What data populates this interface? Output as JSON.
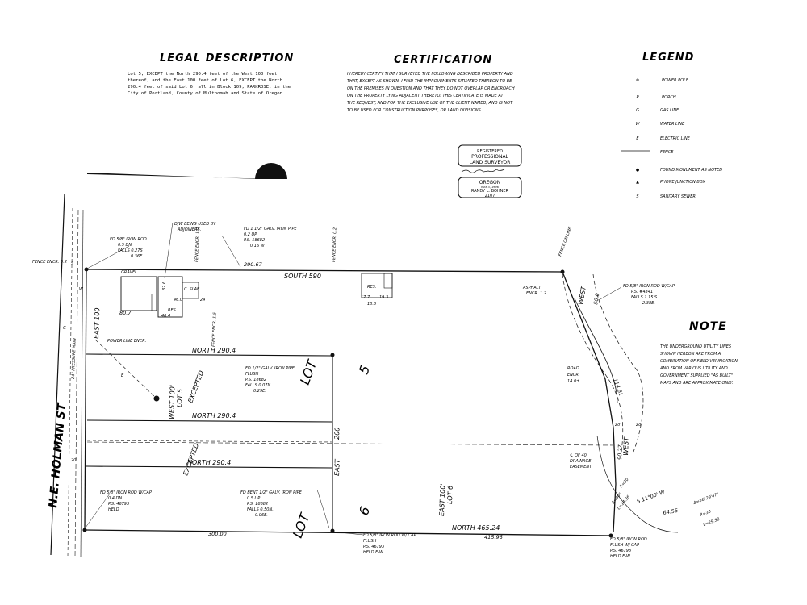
{
  "headers": {
    "legal": "LEGAL DESCRIPTION",
    "certification": "CERTIFICATION",
    "legend": "LEGEND",
    "note": "NOTE"
  },
  "legal_lines": [
    "Lot 5, EXCEPT the North 290.4 feet of the West 100 feet",
    "thereof, and the East 100 feet of Lot 6, EXCEPT the North",
    "290.4 feet of said Lot 6, all in Block 109, PARKROSE, in the",
    "City of Portland, County of Multnomah and State of Oregon."
  ],
  "cert_lines": [
    "I HEREBY CERTIFY THAT I SURVEYED THE FOLLOWING DESCRIBED PROPERTY AND",
    "THAT, EXCEPT AS SHOWN, I FIND THE IMPROVEMENTS SITUATED THEREON TO BE",
    "ON THE PREMISES IN QUESTION AND THAT THEY DO NOT OVERLAP OR ENCROACH",
    "ON THE PROPERTY LYING ADJACENT THERETO. THIS CERTIFICATE IS MADE AT",
    "THE REQUEST, AND FOR THE EXCLUSIVE USE OF THE CLIENT NAMED, AND IS NOT",
    "TO BE USED FOR CONSTRUCTION PURPOSES, OR LAND DIVISIONS."
  ],
  "stamp": {
    "registered": "REGISTERED",
    "professional": "PROFESSIONAL",
    "land_surveyor": "LAND SURVEYOR",
    "state": "OREGON",
    "date": "MAY 3, 1996",
    "name": "RANDY L. BOHNER",
    "number": "2107"
  },
  "legend": [
    {
      "sym": "⊗",
      "label": "POWER POLE"
    },
    {
      "sym": "P",
      "label": "PORCH"
    },
    {
      "sym": "G",
      "label": "GAS LINE"
    },
    {
      "sym": "W",
      "label": "WATER LINE"
    },
    {
      "sym": "E",
      "label": "ELECTRIC LINE"
    },
    {
      "sym": "—x—",
      "label": "FENCE"
    },
    {
      "sym": "●",
      "label": "FOUND MONUMENT AS NOTED"
    },
    {
      "sym": "▲",
      "label": "PHONE JUNCTION BOX"
    },
    {
      "sym": "S",
      "label": "SANITARY SEWER"
    }
  ],
  "note_lines": [
    "THE UNDERGROUND UTILITY LINES",
    "SHOWN HEREON ARE FROM A",
    "COMBINATION OF FIELD VERIFICATION",
    "AND FROM VARIOUS UTILITY AND",
    "GOVERNMENT SUPPLIED \"AS BUILT\"",
    "MAPS AND ARE APPROXIMATE ONLY."
  ],
  "street": "N.E. HOLMAN ST",
  "plan": {
    "south": "SOUTH 590",
    "dist_290_67": "290.67",
    "north_290_4_a": "NORTH  290.4",
    "north_290_4_b": "NORTH 290.4",
    "north_290_4_c": "NORTH  290.4",
    "north_465": "NORTH  465.24",
    "dist_415": "415.96",
    "dist_300": "300.00",
    "east_100": "EAST 100",
    "east": "EAST",
    "dist_200": "200",
    "east_100_lot6": "EAST 100'",
    "lot6": "LOT 6",
    "west_100": "WEST 100'",
    "lot5": "LOT 5",
    "excepted": "EXCEPTED",
    "lot_a": "LOT",
    "lot_b": "LOT",
    "num_5": "5",
    "num_6": "6",
    "gravel": "GRAVEL",
    "res": "RES.",
    "res2": "RES.",
    "slab": "C. SLAB",
    "dim_80_7": "80.7",
    "dim_40_4": "40.4",
    "dim_46_0": "46.0",
    "dim_32_6": "32.6",
    "dim_24": "24",
    "pressure_main": "24\" PRESSURE MAIN",
    "power_line": "POWER LINE ENCR.",
    "fence_encr_15": "FENCE ENCR. 1.5",
    "fence_encr_02": "FENCE ENCR. 0.2",
    "fence_encr_02b": "FENCE ENCR. 0.2",
    "fence_encr_1": "FENCE ENCR. 1.0",
    "fence_on_line": "FENCE ON LINE",
    "dw_note_1": "D/W BEING USED BY",
    "dw_note_2": "ADJOINERS.",
    "mon1": [
      "FD 5/8\" IRON ROD",
      "0.5 DN",
      "FALLS 0.27S",
      "0.36E."
    ],
    "mon2": [
      "FD 1 1/2\" GALV. IRON PIPE",
      "0.2 UP",
      "P.S. 18682",
      "0.16 W"
    ],
    "mon3": [
      "FD 1/2\" GALV. IRON PIPE",
      "FLUSH",
      "P.S. 18682",
      "FALLS 0.07N",
      "0.29E."
    ],
    "mon4": [
      "FD 5/8\" IRON ROD W/CAP",
      "0.4 DN",
      "P.S. 46793",
      "HELD"
    ],
    "mon5": [
      "FD BENT 1/2\" GALV. IRON PIPE",
      "0.5 UP",
      "P.S. 18682",
      "FALLS 0.50N.",
      "0.06E."
    ],
    "mon6": [
      "FD 5/8\" IRON ROD W/ CAP",
      "FLUSH",
      "P.S. 46793",
      "HELD E-W"
    ],
    "mon7": [
      "FD 5/8\" IRON ROD W/CAP",
      "P.S. #4341",
      "FALLS 1.15 S",
      "2.38E."
    ],
    "mon8": [
      "FD 5/8\" IRON ROD",
      "FLUSH W/ CAP",
      "P.S. 46793",
      "HELD E-W"
    ],
    "asphalt": [
      "ASPHALT",
      "ENCR. 1.2"
    ],
    "road": [
      "ROAD",
      "ENCR.",
      "14.0±"
    ],
    "drain": [
      "℄ OF 40'",
      "DRAINAGE",
      "EASEMENT"
    ],
    "west_50": "WEST",
    "dist_50": "50.0",
    "west_90": "WEST",
    "dist_90": "90.27",
    "dist_114": "114.61",
    "bearing1": "S 11°00' W",
    "dist_6456": "64.56",
    "curve1": "Δ=56°29'47\"",
    "curve1r": "R=30",
    "curve1l": "L=29.58",
    "curve2": "Δ=90°",
    "curve2r": "R=30",
    "curve2l": "L=14.36",
    "dim_20a": "20'",
    "dim_20b": "20'",
    "dim_20c": "20'",
    "util_g": "G",
    "util_s": "S",
    "util_w": "W",
    "util_e": "E",
    "res_dims": [
      "17.7",
      "18.3",
      "19.3"
    ]
  }
}
